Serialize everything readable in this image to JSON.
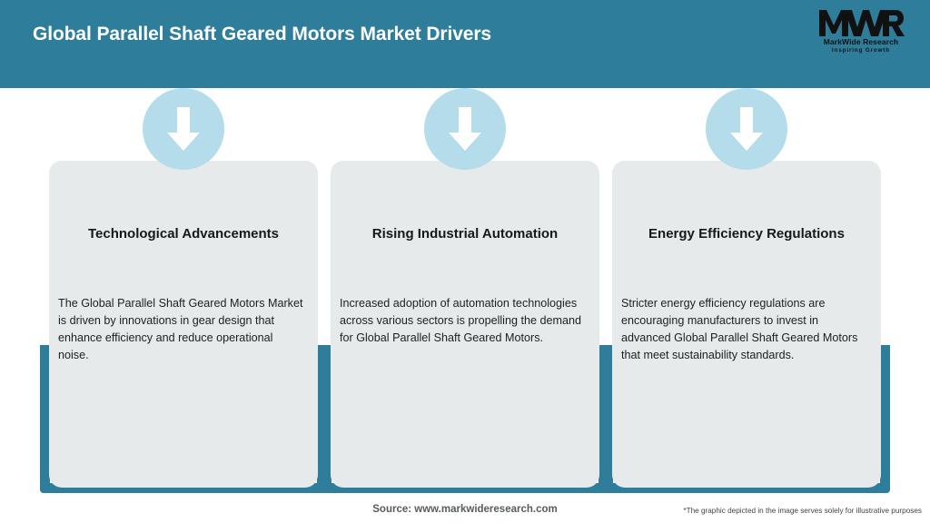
{
  "header": {
    "title": "Global Parallel Shaft Geared Motors Market Drivers",
    "background_color": "#2e7e9b",
    "title_color": "#ffffff",
    "logo": {
      "mark_text": "MWR",
      "name": "MarkWide Research",
      "tagline": "Inspiring Growth"
    }
  },
  "theme": {
    "teal": "#2e7e9b",
    "card_background": "#e6eaeb",
    "icon_circle": "#b5dcea",
    "arrow_color": "#ffffff"
  },
  "cards": [
    {
      "icon": "arrow-down-icon",
      "title": "Technological Advancements",
      "description": "The Global Parallel Shaft Geared Motors Market is driven by innovations in gear design that enhance efficiency and reduce operational noise."
    },
    {
      "icon": "arrow-down-icon",
      "title": "Rising Industrial Automation",
      "description": "Increased adoption of automation technologies across various sectors is propelling the demand for Global Parallel Shaft Geared Motors."
    },
    {
      "icon": "arrow-down-icon",
      "title": "Energy Efficiency Regulations",
      "description": "Stricter energy efficiency regulations are encouraging manufacturers to invest in advanced Global Parallel Shaft Geared Motors that meet sustainability standards."
    }
  ],
  "footer": {
    "source": "Source: www.markwideresearch.com",
    "disclaimer": "*The graphic depicted in the image serves solely for illustrative purposes"
  }
}
